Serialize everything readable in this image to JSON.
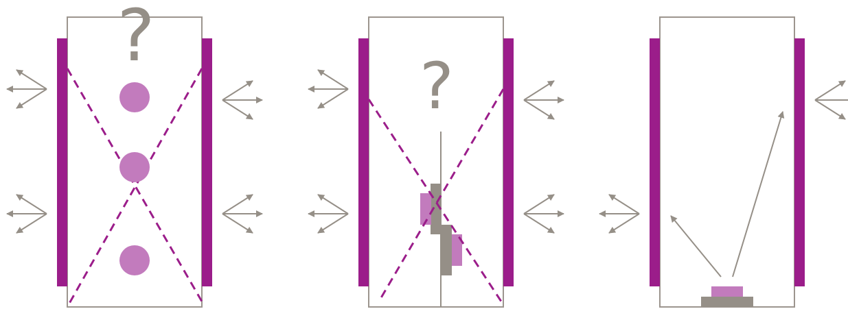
{
  "colors": {
    "purple": "#9b1d8a",
    "pink": "#c27bbd",
    "gray": "#958f87",
    "outline": "#9c958e",
    "background": "#ffffff"
  },
  "panels": [
    {
      "id": "panel-1",
      "question_mark": "?",
      "circles": 3,
      "dashed_cross": true
    },
    {
      "id": "panel-2",
      "question_mark": "?",
      "center_divider": true,
      "blocks": 4,
      "dashed_cross": true
    },
    {
      "id": "panel-3",
      "reflection_arrows": 2,
      "source_blocks": 2
    }
  ],
  "icons": {
    "arrow_group": "three-arrow-fan-icon"
  }
}
